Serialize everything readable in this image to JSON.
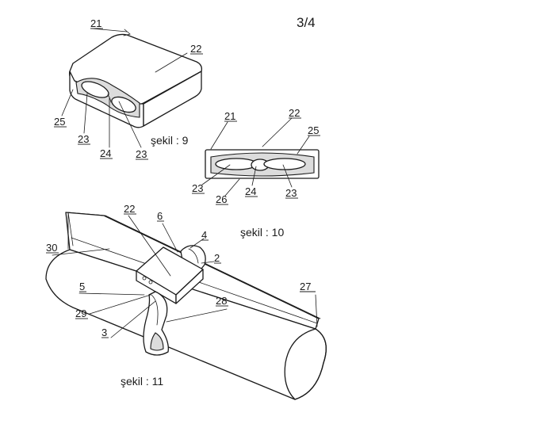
{
  "page_number": "3/4",
  "captions": {
    "fig9": "şekil : 9",
    "fig10": "şekil : 10",
    "fig11": "şekil : 11"
  },
  "fig9_labels": {
    "l21": "21",
    "l22": "22",
    "l25": "25",
    "l23a": "23",
    "l24": "24",
    "l23b": "23"
  },
  "fig10_labels": {
    "l21": "21",
    "l22": "22",
    "l25": "25",
    "l23a": "23",
    "l26": "26",
    "l24": "24",
    "l23b": "23"
  },
  "fig11_labels": {
    "l22": "22",
    "l6": "6",
    "l4": "4",
    "l2": "2",
    "l30": "30",
    "l27": "27",
    "l5": "5",
    "l29": "29",
    "l28": "28",
    "l3": "3"
  }
}
